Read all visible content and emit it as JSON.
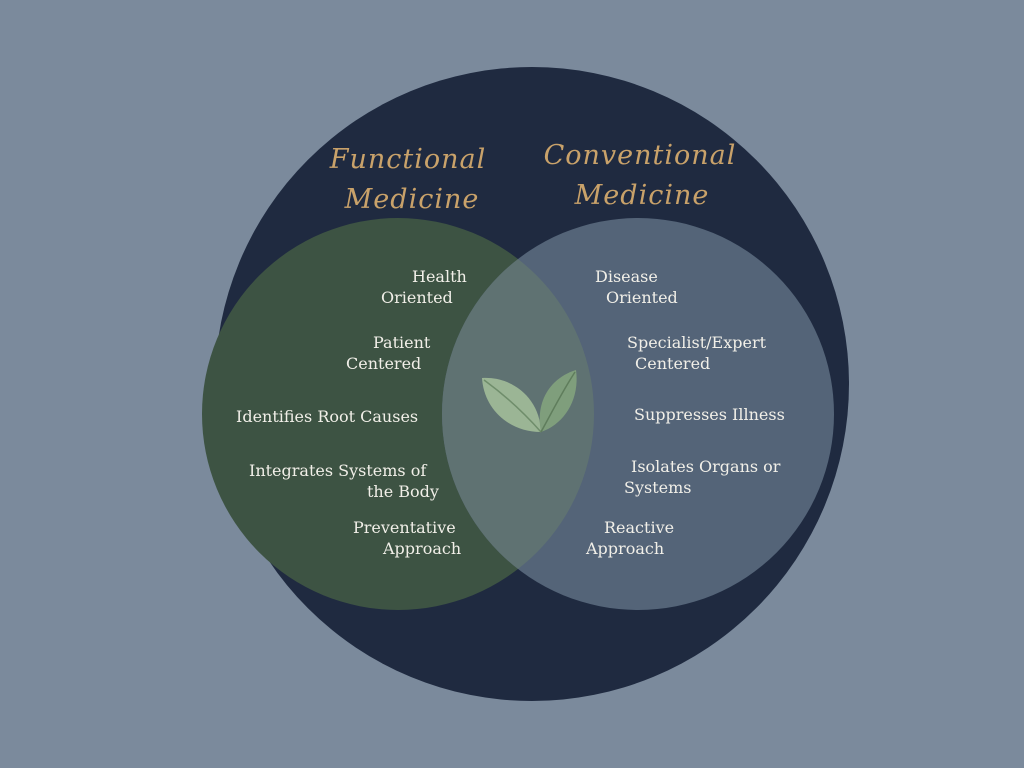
{
  "colors": {
    "background": "#7b8a9c",
    "outer_circle": "#1f2a40",
    "functional_circle": "#3d5343",
    "conventional_circle": "#546478",
    "overlap": "#5f7272",
    "heading_text": "#c9a26a",
    "item_text": "#f1efe8",
    "leaf_light": "#9bb595",
    "leaf_dark": "#6f8d6b"
  },
  "functional": {
    "title_line1": "Functional",
    "title_line2": "Medicine",
    "items": [
      {
        "line1": "Health",
        "line2": "Oriented"
      },
      {
        "line1": "Patient",
        "line2": "Centered"
      },
      {
        "line1": "Identifies Root Causes"
      },
      {
        "line1": "Integrates Systems of",
        "line2": "the Body"
      },
      {
        "line1": "Preventative",
        "line2": "Approach"
      }
    ]
  },
  "conventional": {
    "title_line1": "Conventional",
    "title_line2": "Medicine",
    "items": [
      {
        "line1": "Disease",
        "line2": "Oriented"
      },
      {
        "line1": "Specialist/Expert",
        "line2": "Centered"
      },
      {
        "line1": "Suppresses Illness"
      },
      {
        "line1": "Isolates Organs or",
        "line2": "Systems"
      },
      {
        "line1": "Reactive",
        "line2": "Approach"
      }
    ]
  },
  "center_icon": "leaf-icon"
}
